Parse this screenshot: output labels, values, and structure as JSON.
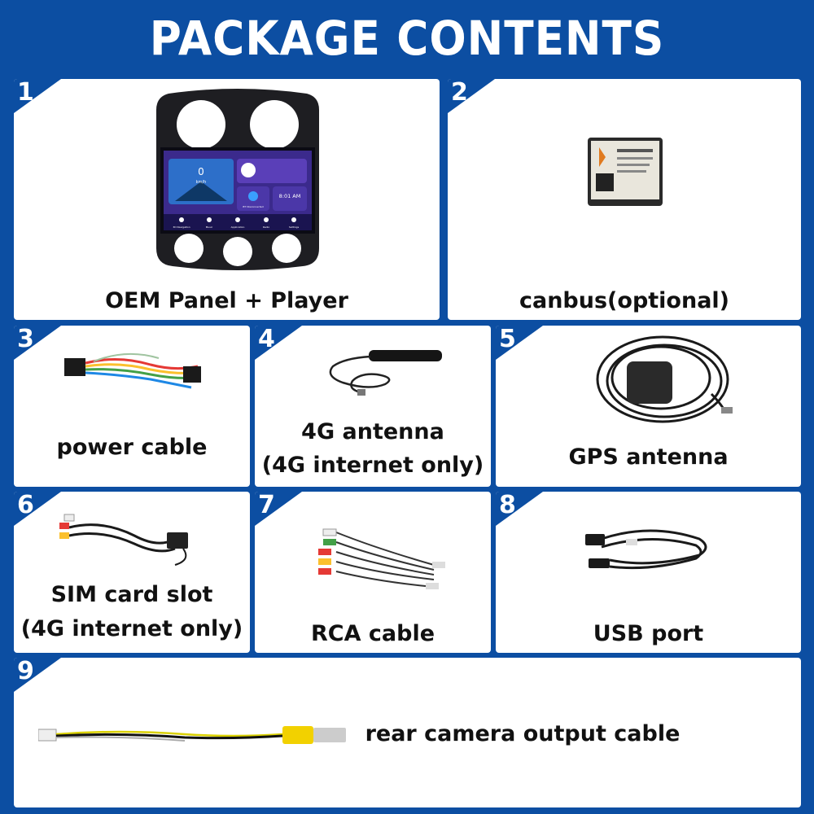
{
  "title": "PACKAGE CONTENTS",
  "colors": {
    "brand": "#0c4ea2",
    "card": "#ffffff",
    "text": "#111111"
  },
  "items": [
    {
      "number": "1",
      "label": "OEM Panel + Player",
      "icon": "car-stereo-panel-icon"
    },
    {
      "number": "2",
      "label": "canbus(optional)",
      "icon": "canbus-box-icon"
    },
    {
      "number": "3",
      "label": "power cable",
      "icon": "power-harness-icon"
    },
    {
      "number": "4",
      "label": "4G antenna",
      "label2": "(4G internet only)",
      "icon": "4g-antenna-icon"
    },
    {
      "number": "5",
      "label": "GPS antenna",
      "icon": "gps-antenna-icon"
    },
    {
      "number": "6",
      "label": "SIM card slot",
      "label2": "(4G internet only)",
      "icon": "sim-cable-icon"
    },
    {
      "number": "7",
      "label": "RCA cable",
      "icon": "rca-cable-icon"
    },
    {
      "number": "8",
      "label": "USB port",
      "icon": "usb-cable-icon"
    },
    {
      "number": "9",
      "label": "rear camera output cable",
      "icon": "camera-cable-icon"
    }
  ],
  "screen": {
    "speed": "0",
    "speed_unit": "km/h",
    "clock": "8:01 AM",
    "bt_status": "BT Disconnected",
    "apps": [
      "3D Navigation",
      "Music",
      "Application",
      "Radio",
      "Settings"
    ]
  }
}
